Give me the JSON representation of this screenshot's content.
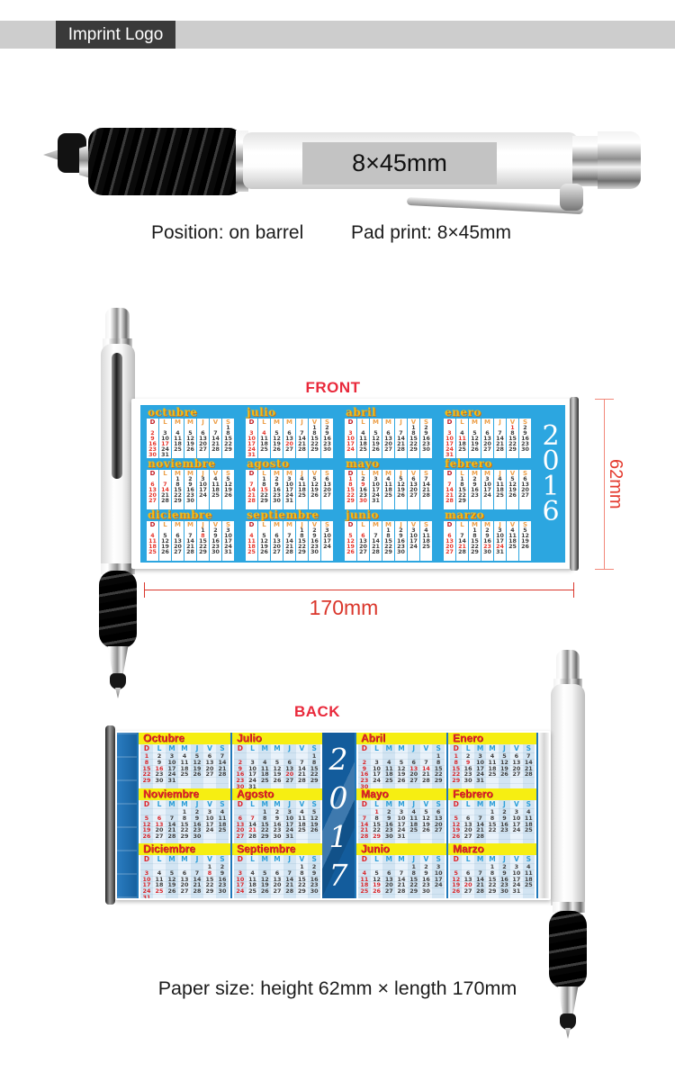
{
  "header": {
    "imprint_label": "Imprint Logo"
  },
  "pen_top": {
    "pad_label": "8×45mm"
  },
  "captions": {
    "position": "Position: on barrel",
    "pad_print": "Pad print: 8×45mm",
    "paper_size": "Paper size: height 62mm × length 170mm"
  },
  "front": {
    "section_label": "FRONT",
    "year": "2016",
    "height_label": "62mm",
    "width_label": "170mm",
    "day_headers": [
      "D",
      "L",
      "M",
      "M",
      "J",
      "V",
      "S"
    ],
    "months": [
      {
        "name": "octubre",
        "start": 6,
        "days": 31,
        "red": [
          17
        ]
      },
      {
        "name": "julio",
        "start": 5,
        "days": 31,
        "red": [
          4,
          20
        ]
      },
      {
        "name": "abril",
        "start": 5,
        "days": 30,
        "red": []
      },
      {
        "name": "enero",
        "start": 5,
        "days": 31,
        "red": [
          1,
          11
        ]
      },
      {
        "name": "noviembre",
        "start": 2,
        "days": 30,
        "red": [
          7,
          14
        ]
      },
      {
        "name": "agosto",
        "start": 1,
        "days": 31,
        "red": [
          15
        ]
      },
      {
        "name": "mayo",
        "start": 0,
        "days": 31,
        "red": [
          9,
          30
        ]
      },
      {
        "name": "febrero",
        "start": 1,
        "days": 29,
        "red": []
      },
      {
        "name": "diciembre",
        "start": 4,
        "days": 31,
        "red": [
          8
        ]
      },
      {
        "name": "septiembre",
        "start": 4,
        "days": 30,
        "red": []
      },
      {
        "name": "junio",
        "start": 3,
        "days": 30,
        "red": [
          6
        ]
      },
      {
        "name": "marzo",
        "start": 2,
        "days": 31,
        "red": [
          21,
          23,
          24
        ]
      }
    ],
    "colors": {
      "banner_blue": "#2ca6e0",
      "title_yellow": "#f6bb15",
      "holiday_red": "#e5352b"
    }
  },
  "back": {
    "section_label": "BACK",
    "year": "2017",
    "day_headers": [
      "D",
      "L",
      "M",
      "M",
      "J",
      "V",
      "S"
    ],
    "months": [
      {
        "name": "Octubre",
        "start": 0,
        "days": 31,
        "red": [
          16
        ]
      },
      {
        "name": "Julio",
        "start": 6,
        "days": 31,
        "red": [
          20
        ]
      },
      {
        "name": "Abril",
        "start": 6,
        "days": 30,
        "red": [
          13,
          14
        ]
      },
      {
        "name": "Enero",
        "start": 0,
        "days": 31,
        "red": [
          9
        ]
      },
      {
        "name": "Noviembre",
        "start": 3,
        "days": 30,
        "red": [
          6,
          13
        ]
      },
      {
        "name": "Agosto",
        "start": 2,
        "days": 31,
        "red": [
          7,
          21
        ]
      },
      {
        "name": "Mayo",
        "start": 1,
        "days": 31,
        "red": [
          1,
          29
        ]
      },
      {
        "name": "Febrero",
        "start": 3,
        "days": 28,
        "red": []
      },
      {
        "name": "Diciembre",
        "start": 5,
        "days": 31,
        "red": [
          8,
          25
        ]
      },
      {
        "name": "Septiembre",
        "start": 5,
        "days": 30,
        "red": []
      },
      {
        "name": "Junio",
        "start": 4,
        "days": 30,
        "red": [
          19,
          26
        ]
      },
      {
        "name": "Marzo",
        "start": 3,
        "days": 31,
        "red": [
          20
        ]
      }
    ],
    "colors": {
      "band_yellow": "#f6ee12",
      "month_red": "#e52428",
      "strip_blue": "#135c9c"
    }
  }
}
